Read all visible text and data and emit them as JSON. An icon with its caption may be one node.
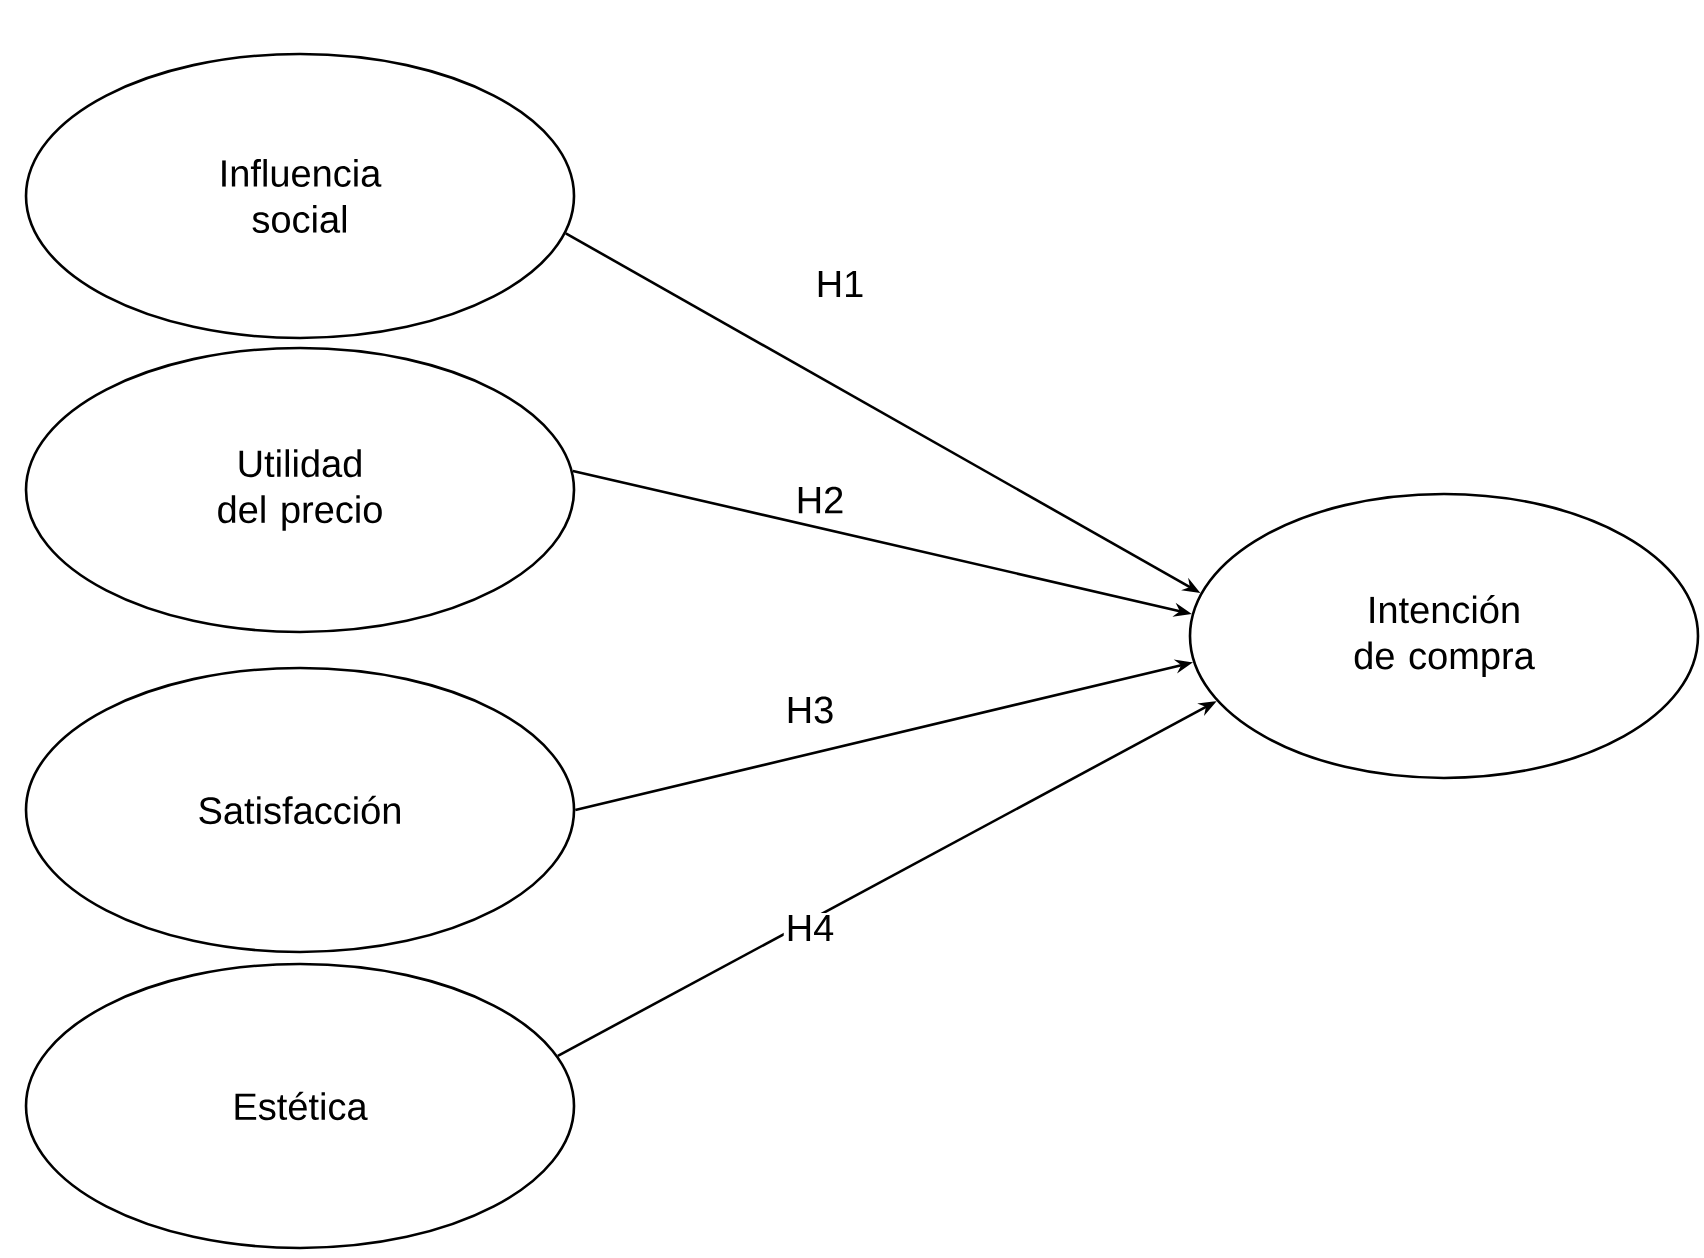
{
  "diagram": {
    "nodes": [
      {
        "text": [
          "Influencia social"
        ]
      },
      {
        "text": [
          "Utilidad del precio"
        ]
      },
      {
        "text": [
          "Satisfacción"
        ]
      },
      {
        "text": [
          "Estética"
        ]
      },
      {
        "text": [
          "Intención de compra"
        ]
      }
    ],
    "edges": [
      {
        "from": 0,
        "to": 4,
        "arrow": "to",
        "label": "H1"
      },
      {
        "from": 1,
        "to": 4,
        "arrow": "to",
        "label": "H2"
      },
      {
        "from": 2,
        "to": 4,
        "arrow": "to",
        "label": "H3"
      },
      {
        "from": 3,
        "to": 4,
        "arrow": "to",
        "label": "H4"
      }
    ]
  }
}
